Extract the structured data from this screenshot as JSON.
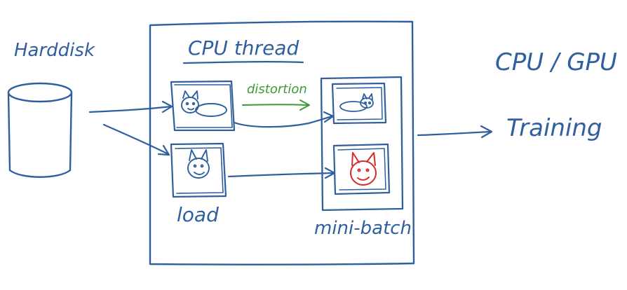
{
  "colors": {
    "ink": "#2f5f9e",
    "green": "#3a9a3a",
    "red": "#d72b2b"
  },
  "labels": {
    "harddisk": "Harddisk",
    "cpu_thread": "CPU thread",
    "distortion": "distortion",
    "load": "load",
    "mini_batch": "mini-batch",
    "cpu_gpu": "CPU / GPU",
    "training": "Training"
  },
  "icons": {
    "storage": "cylinder-icon",
    "image_cat_distorted": "cat-sketch-icon",
    "image_cat_plain": "cat-sketch-icon",
    "batch_cat_blue": "cat-sketch-icon",
    "batch_cat_red": "cat-sketch-icon"
  }
}
